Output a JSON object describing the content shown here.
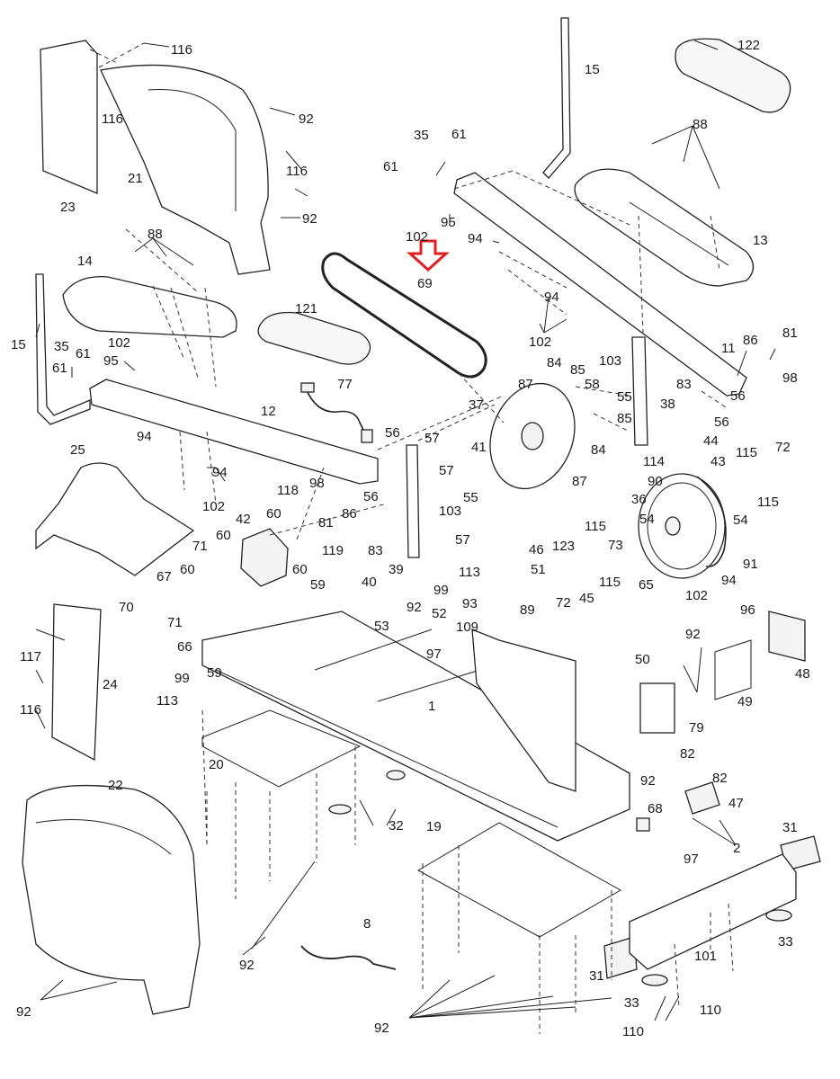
{
  "accent_color": "#e02020",
  "labels": {
    "l116a": "116",
    "l15a": "15",
    "l122": "122",
    "l92a": "92",
    "l116b": "116",
    "l88a": "88",
    "l35a": "35",
    "l61a": "61",
    "l61b": "61",
    "l21": "21",
    "l116c": "116",
    "l23": "23",
    "l92b": "92",
    "l95a": "95",
    "l102a": "102",
    "l94a": "94",
    "l13": "13",
    "l88b": "88",
    "l14": "14",
    "l69": "69",
    "l94b": "94",
    "l121": "121",
    "l102b": "102",
    "l15b": "15",
    "l35b": "35",
    "l61c": "61",
    "l102c": "102",
    "l95b": "95",
    "l61d": "61",
    "l81a": "81",
    "l86a": "86",
    "l11": "11",
    "l98a": "98",
    "l77": "77",
    "l84a": "84",
    "l85a": "85",
    "l103a": "103",
    "l87a": "87",
    "l83a": "83",
    "l56a": "56",
    "l37": "37",
    "l58": "58",
    "l38": "38",
    "l12": "12",
    "l55a": "55",
    "l85b": "85",
    "l56b": "56",
    "l94c": "94",
    "l56c": "56",
    "l57a": "57",
    "l44": "44",
    "l25": "25",
    "l41": "41",
    "l84b": "84",
    "l72a": "72",
    "l94d": "94",
    "l114": "114",
    "l115a": "115",
    "l87b": "87",
    "l57b": "57",
    "l43": "43",
    "l90": "90",
    "l102d": "102",
    "l98b": "98",
    "l118": "118",
    "l55b": "55",
    "l103b": "103",
    "l36": "36",
    "l115b": "115",
    "l42": "42",
    "l60a": "60",
    "l81b": "81",
    "l86b": "86",
    "l56d": "56",
    "l54a": "54",
    "l119": "119",
    "l71a": "71",
    "l60b": "60",
    "l83b": "83",
    "l39": "39",
    "l57c": "57",
    "l115c": "115",
    "l54b": "54",
    "l46": "46",
    "l73": "73",
    "l91": "91",
    "l60c": "60",
    "l123": "123",
    "l67": "67",
    "l40": "40",
    "l113a": "113",
    "l51": "51",
    "l60d": "60",
    "l59a": "59",
    "l115d": "115",
    "l94e": "94",
    "l99a": "99",
    "l65": "65",
    "l72b": "72",
    "l45": "45",
    "l102e": "102",
    "l70": "70",
    "l71b": "71",
    "l92c": "92",
    "l93": "93",
    "l89": "89",
    "l96": "96",
    "l52": "52",
    "l53": "53",
    "l109": "109",
    "l117": "117",
    "l66": "66",
    "l92d": "92",
    "l24": "24",
    "l97a": "97",
    "l48": "48",
    "l50": "50",
    "l99b": "99",
    "l59b": "59",
    "l113b": "113",
    "l1": "1",
    "l49": "49",
    "l116d": "116",
    "l79": "79",
    "l20": "20",
    "l82a": "82",
    "l92e": "92",
    "l82b": "82",
    "l22": "22",
    "l47": "47",
    "l68": "68",
    "l32": "32",
    "l19": "19",
    "l97b": "97",
    "l31a": "31",
    "l2": "2",
    "l8": "8",
    "l33a": "33",
    "l92f": "92",
    "l101": "101",
    "l31b": "31",
    "l92g": "92",
    "l33b": "33",
    "l110a": "110",
    "l92h": "92",
    "l110b": "110"
  }
}
